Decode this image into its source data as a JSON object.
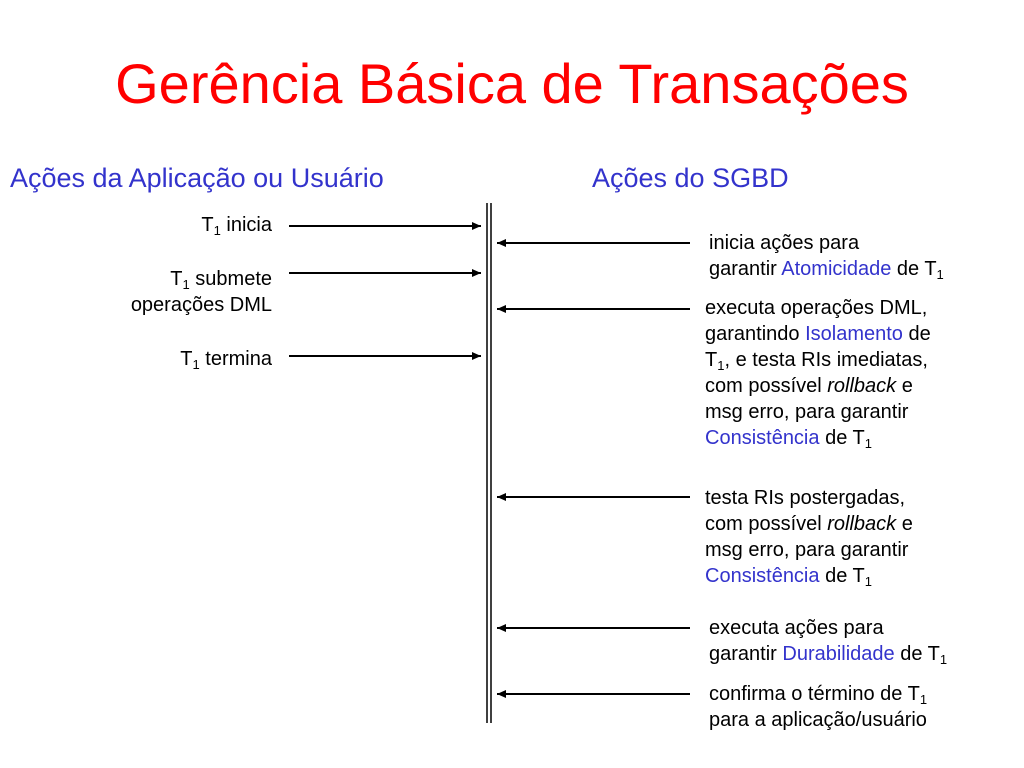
{
  "title": "Gerência Básica de Transações",
  "headers": {
    "left": "Ações da Aplicação ou Usuário",
    "right": "Ações do SGBD"
  },
  "left_actions": [
    {
      "lines": [
        [
          {
            "t": "T"
          },
          {
            "t": "1",
            "sub": true
          },
          {
            "t": " inicia"
          }
        ]
      ]
    },
    {
      "lines": [
        [
          {
            "t": "T"
          },
          {
            "t": "1",
            "sub": true
          },
          {
            "t": " submete"
          }
        ],
        [
          {
            "t": "operações DML"
          }
        ]
      ]
    },
    {
      "lines": [
        [
          {
            "t": "T"
          },
          {
            "t": "1",
            "sub": true
          },
          {
            "t": " termina"
          }
        ]
      ]
    }
  ],
  "right_actions": [
    {
      "lines": [
        [
          {
            "t": "inicia ações para"
          }
        ],
        [
          {
            "t": "garantir "
          },
          {
            "t": "Atomicidade",
            "blue": true
          },
          {
            "t": " de T"
          },
          {
            "t": "1",
            "sub": true
          }
        ]
      ]
    },
    {
      "lines": [
        [
          {
            "t": "executa operações DML,"
          }
        ],
        [
          {
            "t": "garantindo "
          },
          {
            "t": "Isolamento",
            "blue": true
          },
          {
            "t": " de"
          }
        ],
        [
          {
            "t": "T"
          },
          {
            "t": "1",
            "sub": true
          },
          {
            "t": ", e testa RIs imediatas,"
          }
        ],
        [
          {
            "t": "com possível "
          },
          {
            "t": "rollback",
            "italic": true
          },
          {
            "t": " e"
          }
        ],
        [
          {
            "t": "msg erro, para garantir"
          }
        ],
        [
          {
            "t": "Consistência",
            "blue": true
          },
          {
            "t": " de T"
          },
          {
            "t": "1",
            "sub": true
          }
        ]
      ]
    },
    {
      "lines": [
        [
          {
            "t": "testa RIs postergadas,"
          }
        ],
        [
          {
            "t": "com possível "
          },
          {
            "t": "rollback",
            "italic": true
          },
          {
            "t": " e"
          }
        ],
        [
          {
            "t": "msg erro, para garantir"
          }
        ],
        [
          {
            "t": "Consistência",
            "blue": true
          },
          {
            "t": " de T"
          },
          {
            "t": "1",
            "sub": true
          }
        ]
      ]
    },
    {
      "lines": [
        [
          {
            "t": "executa ações para"
          }
        ],
        [
          {
            "t": "garantir "
          },
          {
            "t": "Durabilidade",
            "blue": true
          },
          {
            "t": " de T"
          },
          {
            "t": "1",
            "sub": true
          }
        ]
      ]
    },
    {
      "lines": [
        [
          {
            "t": "confirma o término de T"
          },
          {
            "t": "1",
            "sub": true
          }
        ],
        [
          {
            "t": "para a aplicação/usuário"
          }
        ]
      ]
    }
  ],
  "colors": {
    "title": "#ff0000",
    "header": "#3333cc",
    "highlight": "#3333cc",
    "text": "#000000"
  }
}
